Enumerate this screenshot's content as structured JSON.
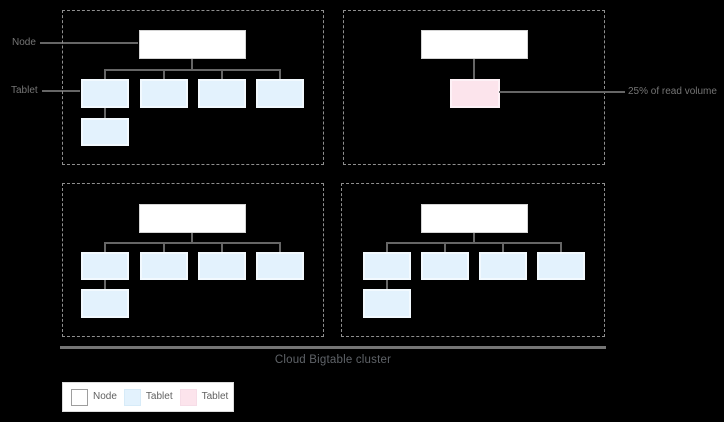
{
  "labels": {
    "node": "Node",
    "tablet": "Tablet",
    "read_volume": "25% of read volume",
    "cluster": "Cloud Bigtable cluster"
  },
  "legend": {
    "items": [
      {
        "label": "Node",
        "swatch": "node-swatch",
        "color": "#ffffff"
      },
      {
        "label": "Tablet",
        "swatch": "tablet-swatch",
        "color": "#e3f2fd"
      },
      {
        "label": "Tablet",
        "swatch": "hot-tablet-swatch",
        "color": "#fce4ec"
      }
    ]
  },
  "diagram": {
    "groups": [
      {
        "name": "node-group-1",
        "position": "top-left",
        "node_count": 1,
        "tablet_count": 5,
        "hot_tablet_count": 0
      },
      {
        "name": "node-group-2",
        "position": "top-right",
        "node_count": 1,
        "tablet_count": 1,
        "hot_tablet_count": 1
      },
      {
        "name": "node-group-3",
        "position": "bottom-left",
        "node_count": 1,
        "tablet_count": 5,
        "hot_tablet_count": 0
      },
      {
        "name": "node-group-4",
        "position": "bottom-right",
        "node_count": 1,
        "tablet_count": 5,
        "hot_tablet_count": 0
      }
    ],
    "annotation": "hot tablet receives 25% of read volume"
  },
  "colors": {
    "background": "#000000",
    "node_fill": "#ffffff",
    "node_border": "#d4d4d4",
    "tablet_fill": "#e3f2fd",
    "hot_tablet_fill": "#fce4ec",
    "connector": "#666666",
    "dashed_border": "#8f8f8f",
    "label_text": "#757575",
    "cluster_text": "#5f6368",
    "cluster_line": "#757575",
    "legend_text": "#616161"
  }
}
